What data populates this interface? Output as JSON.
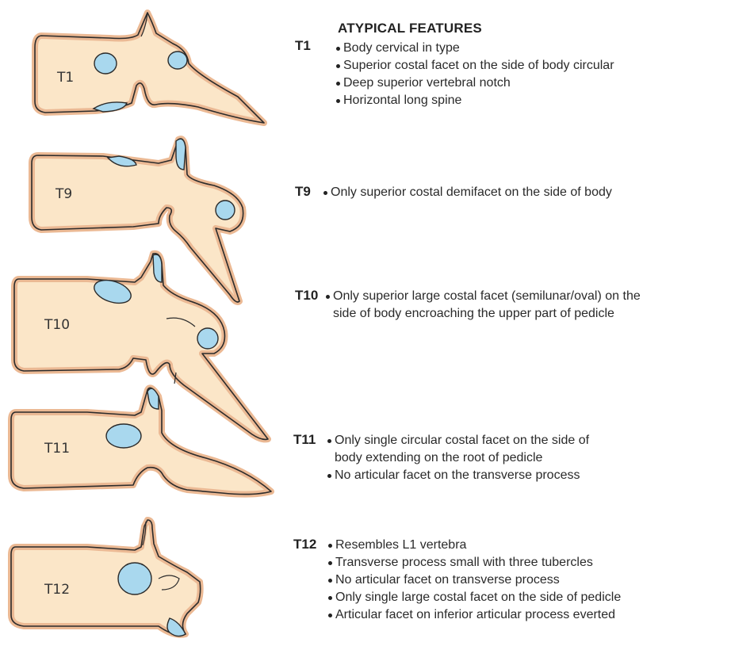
{
  "heading": "ATYPICAL FEATURES",
  "colors": {
    "bone_fill": "#fbe6c8",
    "bone_rim": "#ebb994",
    "bone_outline": "#2b2b2b",
    "facet_fill": "#a9d8ee"
  },
  "vertebrae": [
    {
      "label": "T1",
      "code": "T1",
      "features": [
        "Body cervical in type",
        "Superior costal facet on the side of body circular",
        "Deep superior vertebral notch",
        "Horizontal long spine"
      ]
    },
    {
      "label": "T9",
      "code": "T9",
      "features": [
        "Only superior costal demifacet on the side of body"
      ]
    },
    {
      "label": "T10",
      "code": "T10",
      "features": [
        "Only superior large costal facet (semilunar/oval) on the",
        "side of body encroaching the upper part of pedicle"
      ]
    },
    {
      "label": "T11",
      "code": "T11",
      "features": [
        "Only single circular costal facet on the side of",
        "body extending on the root of pedicle",
        "No articular facet on the transverse process"
      ]
    },
    {
      "label": "T12",
      "code": "T12",
      "features": [
        "Resembles L1 vertebra",
        "Transverse process small with three tubercles",
        "No articular facet on transverse process",
        "Only single large costal facet on the side of pedicle",
        "Articular facet on inferior articular process everted"
      ]
    }
  ]
}
